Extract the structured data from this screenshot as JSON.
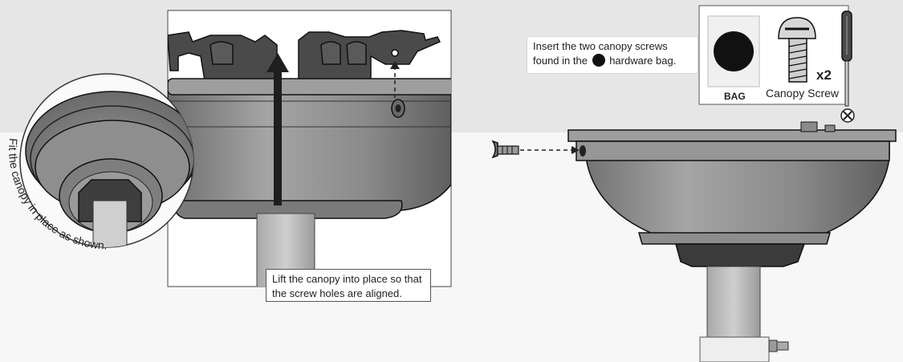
{
  "callouts": {
    "insert_line1": "Insert the two canopy screws",
    "insert_line2_before": "found in the",
    "insert_line2_after": "hardware bag.",
    "lift_line1": "Lift the canopy into place so that",
    "lift_line2": "the screw holes are aligned.",
    "fit": "Fit the canopy in place as shown."
  },
  "hardware": {
    "bag_label": "BAG",
    "screw_label": "Canopy Screw",
    "quantity": "x2"
  },
  "icons": [
    "up-arrow-icon",
    "screwdriver-icon",
    "screw-icon",
    "hardware-bag-icon",
    "bag-dot-icon",
    "phillips-head-icon"
  ],
  "colors": {
    "background_top": "#e6e6e6",
    "background_bottom": "#f7f7f7",
    "canopy_gray": "#8c8c8c",
    "dark_mount": "#3a3a3a",
    "outline": "#1a1a1a"
  }
}
